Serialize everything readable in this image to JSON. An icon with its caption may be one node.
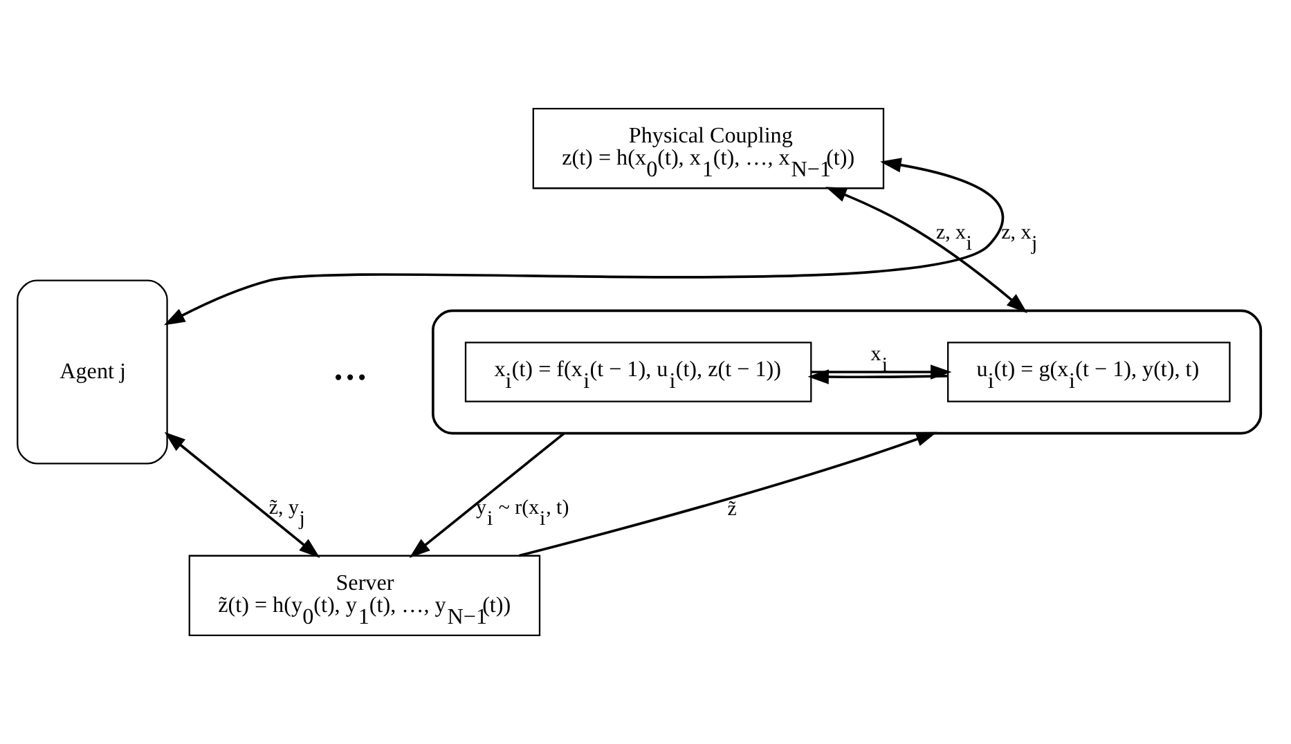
{
  "diagram": {
    "nodes": [
      {
        "text": [
          "Physical Coupling",
          "z(t) = h(x$_{0}$(t), x$_{1}$(t), …, x$_{N−1}$(t))"
        ]
      },
      {
        "text": [
          "Agent j"
        ]
      },
      {
        "text": [],
        "shape": "box"
      },
      {
        "text": [
          "x$_{i}$(t) = f(x$_{i}$(t − 1), u$_{i}$(t), z(t − 1))"
        ],
        "in": 2
      },
      {
        "text": [
          "u$_{i}$(t) = g(x$_{i}$(t − 1), y(t), t)"
        ],
        "in": 2
      },
      {
        "text": [
          "Server",
          "z̃(t) = h(y$_{0}$(t), y$_{1}$(t), …, y$_{N−1}$(t))"
        ]
      }
    ],
    "edges": [
      {
        "from": 1,
        "to": 0,
        "arrow": "both",
        "label": "z, x$_{j}$"
      },
      {
        "from": 0,
        "to": 2,
        "arrow": "both",
        "label": "z, x$_{i}$"
      },
      {
        "from": 3,
        "to": 4,
        "arrow": "to",
        "label": "x$_{i}$"
      },
      {
        "from": 4,
        "to": 3,
        "arrow": "to"
      },
      {
        "from": 2,
        "to": 5,
        "arrow": "to",
        "label": "y$_{i}$ ~ r(x$_{i}$, t)"
      },
      {
        "from": 5,
        "to": 2,
        "arrow": "to",
        "label": "z̃"
      },
      {
        "from": 1,
        "to": 5,
        "arrow": "both",
        "label": "z̃, y$_{j}$"
      }
    ],
    "labels": [
      "…"
    ]
  }
}
